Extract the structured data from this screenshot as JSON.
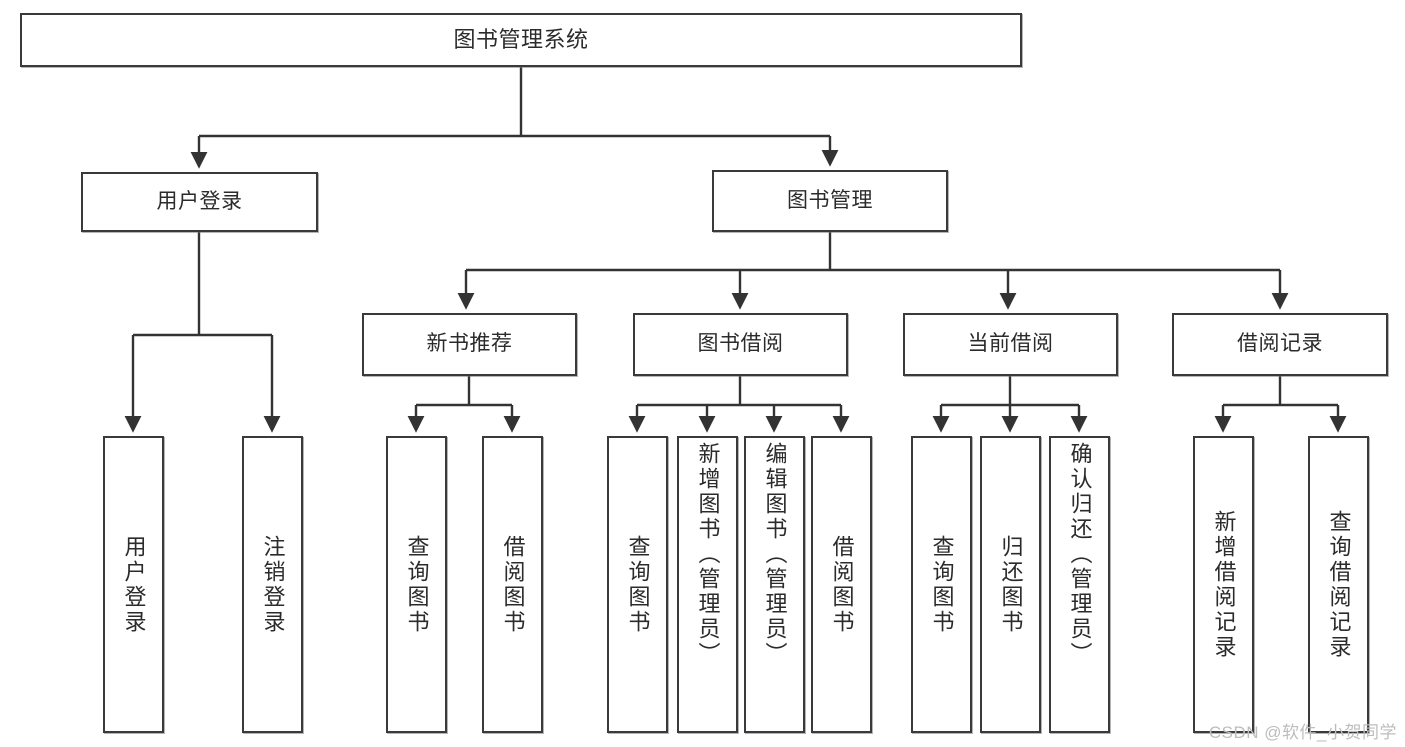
{
  "diagram": {
    "type": "tree-hierarchy-chart",
    "title": "图书管理系统",
    "colors": {
      "box_border": "#3a3a3a",
      "box_fill": "#ffffff",
      "connector": "#333333",
      "text": "#2b2b2b",
      "watermark": "#bdbdbd",
      "background": "#ffffff"
    },
    "root": {
      "label": "图书管理系统"
    },
    "level1": [
      {
        "label": "用户登录"
      },
      {
        "label": "图书管理"
      }
    ],
    "level2": [
      {
        "label": "新书推荐"
      },
      {
        "label": "图书借阅"
      },
      {
        "label": "当前借阅"
      },
      {
        "label": "借阅记录"
      }
    ],
    "leaves": {
      "user_login": [
        {
          "label": "用户登录"
        },
        {
          "label": "注销登录"
        }
      ],
      "new_book_recommend": [
        {
          "label": "查询图书"
        },
        {
          "label": "借阅图书"
        }
      ],
      "book_borrow": [
        {
          "label": "查询图书"
        },
        {
          "label": "新增图书（管理员）"
        },
        {
          "label": "编辑图书（管理员）"
        },
        {
          "label": "借阅图书"
        }
      ],
      "current_borrow": [
        {
          "label": "查询图书"
        },
        {
          "label": "归还图书"
        },
        {
          "label": "确认归还（管理员）"
        }
      ],
      "borrow_record": [
        {
          "label": "新增借阅记录"
        },
        {
          "label": "查询借阅记录"
        }
      ]
    }
  },
  "watermark": {
    "text": "CSDN @软件_小贺同学"
  }
}
